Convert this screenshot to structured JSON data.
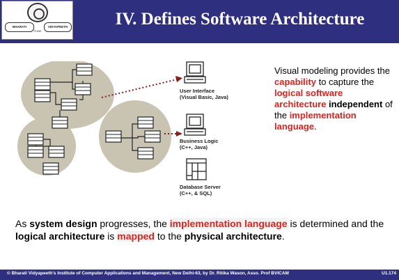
{
  "header": {
    "title": "IV. Defines Software Architecture",
    "logo": {
      "left_text": "BHARATI",
      "right_text": "VIDYAPEETH",
      "sub_text": "PUNE"
    }
  },
  "diagram": {
    "labels": {
      "ui_title": "User Interface",
      "ui_sub": "(Visual Basic, Java)",
      "bl_title": "Business Logic",
      "bl_sub": "(C++, Java)",
      "db_title": "Database Server",
      "db_sub": "(C++, & SQL)"
    }
  },
  "side_text": {
    "t1": "Visual modeling provides the ",
    "t2": "capability",
    "t3": " to capture the ",
    "t4": "logical software architecture",
    "t5": " ",
    "t6": "independent",
    "t7": " of the ",
    "t8": "implementation language",
    "t9": "."
  },
  "paragraph": {
    "p1": "As ",
    "p2": "system design",
    "p3": " progresses, the ",
    "p4": "implementation language",
    "p5": " is determined and the ",
    "p6": "logical architecture",
    "p7": " is ",
    "p8": "mapped",
    "p9": " to the ",
    "p10": "physical architecture",
    "p11": "."
  },
  "footer": {
    "text": "© Bharati Vidyapeeth's Institute of Computer Applications and Management, New Delhi-63, by Dr. Ritika Wason, Asso. Prof BVICAM",
    "code": "U1.174"
  },
  "colors": {
    "banner": "#2f2f7f",
    "accent_red": "#e0201b",
    "blob": "#c9c3b2"
  }
}
